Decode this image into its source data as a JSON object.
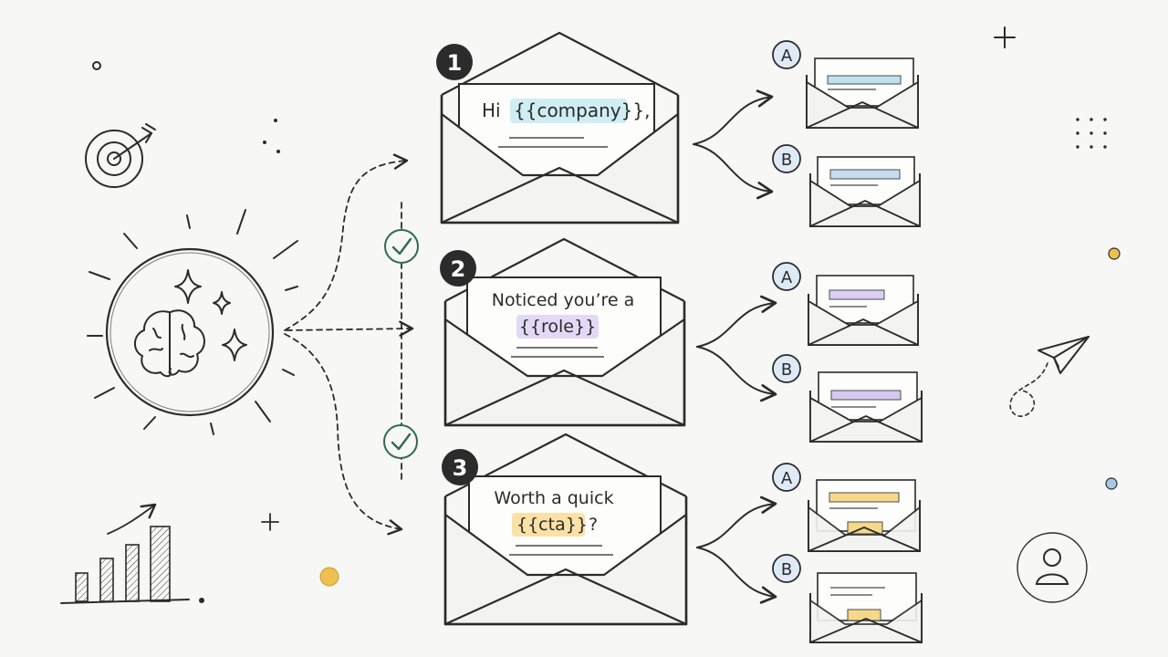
{
  "steps": [
    {
      "number": "1",
      "line1_prefix": "Hi ",
      "line1_token": "{{company}}",
      "line1_suffix": ",",
      "token_color": "#cfeef3",
      "variants": [
        {
          "label": "A",
          "accent": "#bfe2f0"
        },
        {
          "label": "B",
          "accent": "#c7dcf3"
        }
      ]
    },
    {
      "number": "2",
      "line1": "Noticed you’re a",
      "line2_token": "{{role}}",
      "token_color": "#e3d9f6",
      "variants": [
        {
          "label": "A",
          "accent": "#dccdf3"
        },
        {
          "label": "B",
          "accent": "#d7c8f2"
        }
      ]
    },
    {
      "number": "3",
      "line1": "Worth a quick",
      "line2_token": "{{cta}}",
      "line2_suffix": "?",
      "token_color": "#fbe1a6",
      "variants": [
        {
          "label": "A",
          "accent": "#f6d889"
        },
        {
          "label": "B",
          "accent": "#f6d889"
        }
      ]
    }
  ],
  "colors": {
    "ink": "#2b2b2b",
    "check": "#2f6b4f",
    "variant_badge": "#dfeaf7",
    "dot_gold": "#efc04f",
    "dot_blue": "#a9c6e6"
  },
  "icons": [
    "brain-icon",
    "sparkle-icon",
    "target-icon",
    "bar-chart-icon",
    "paper-plane-icon",
    "user-icon",
    "check-icon",
    "envelope-icon"
  ]
}
